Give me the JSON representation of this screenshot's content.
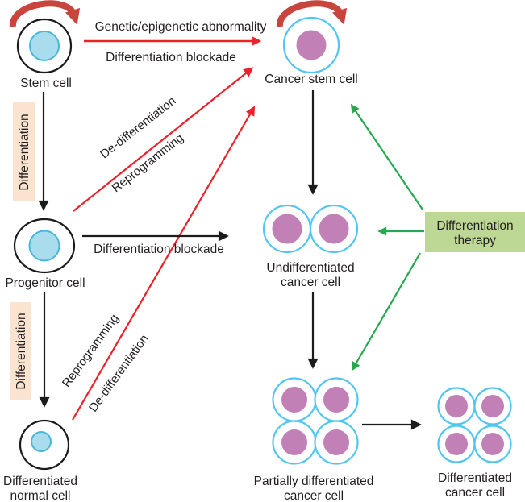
{
  "colors": {
    "membrane_cyan": "#52c6f2",
    "nucleus_purple": "#c180b6",
    "normal_nucleus_fill": "#a9dcec",
    "normal_nucleus_stroke": "#47b8d8",
    "outline_black": "#1b1b1b",
    "arrow_red": "#e8232b",
    "self_renewal_red": "#c9443c",
    "arrow_green": "#27a84e",
    "differentiation_box_bg": "#fae4cf",
    "therapy_box_bg": "#bdd894",
    "text_color": "#231f20",
    "background": "#ffffff"
  },
  "cells": {
    "stem": {
      "label": "Stem cell"
    },
    "cancer_stem": {
      "label": "Cancer stem cell"
    },
    "progenitor": {
      "label": "Progenitor cell"
    },
    "diff_normal": {
      "label_line1": "Differentiated",
      "label_line2": "normal cell"
    },
    "undiff_cancer": {
      "label_line1": "Undifferentiated",
      "label_line2": "cancer cell"
    },
    "partial_cancer": {
      "label_line1": "Partially differentiated",
      "label_line2": "cancer cell"
    },
    "diff_cancer": {
      "label_line1": "Differentiated",
      "label_line2": "cancer cell"
    }
  },
  "arrow_labels": {
    "genetic_abnormality": "Genetic/epigenetic abnormality",
    "differentiation_blockade_top": "Differentiation blockade",
    "differentiation_blockade_mid": "Differentiation blockade",
    "differentiation_left_upper": "Differentiation",
    "differentiation_left_lower": "Differentiation",
    "de_differentiation_upper": "De-differentiation",
    "reprogramming_upper": "Reprogramming",
    "reprogramming_lower": "Reprogramming",
    "de_differentiation_lower": "De-differentiation"
  },
  "therapy_box": {
    "label_line1": "Differentiation",
    "label_line2": "therapy"
  }
}
